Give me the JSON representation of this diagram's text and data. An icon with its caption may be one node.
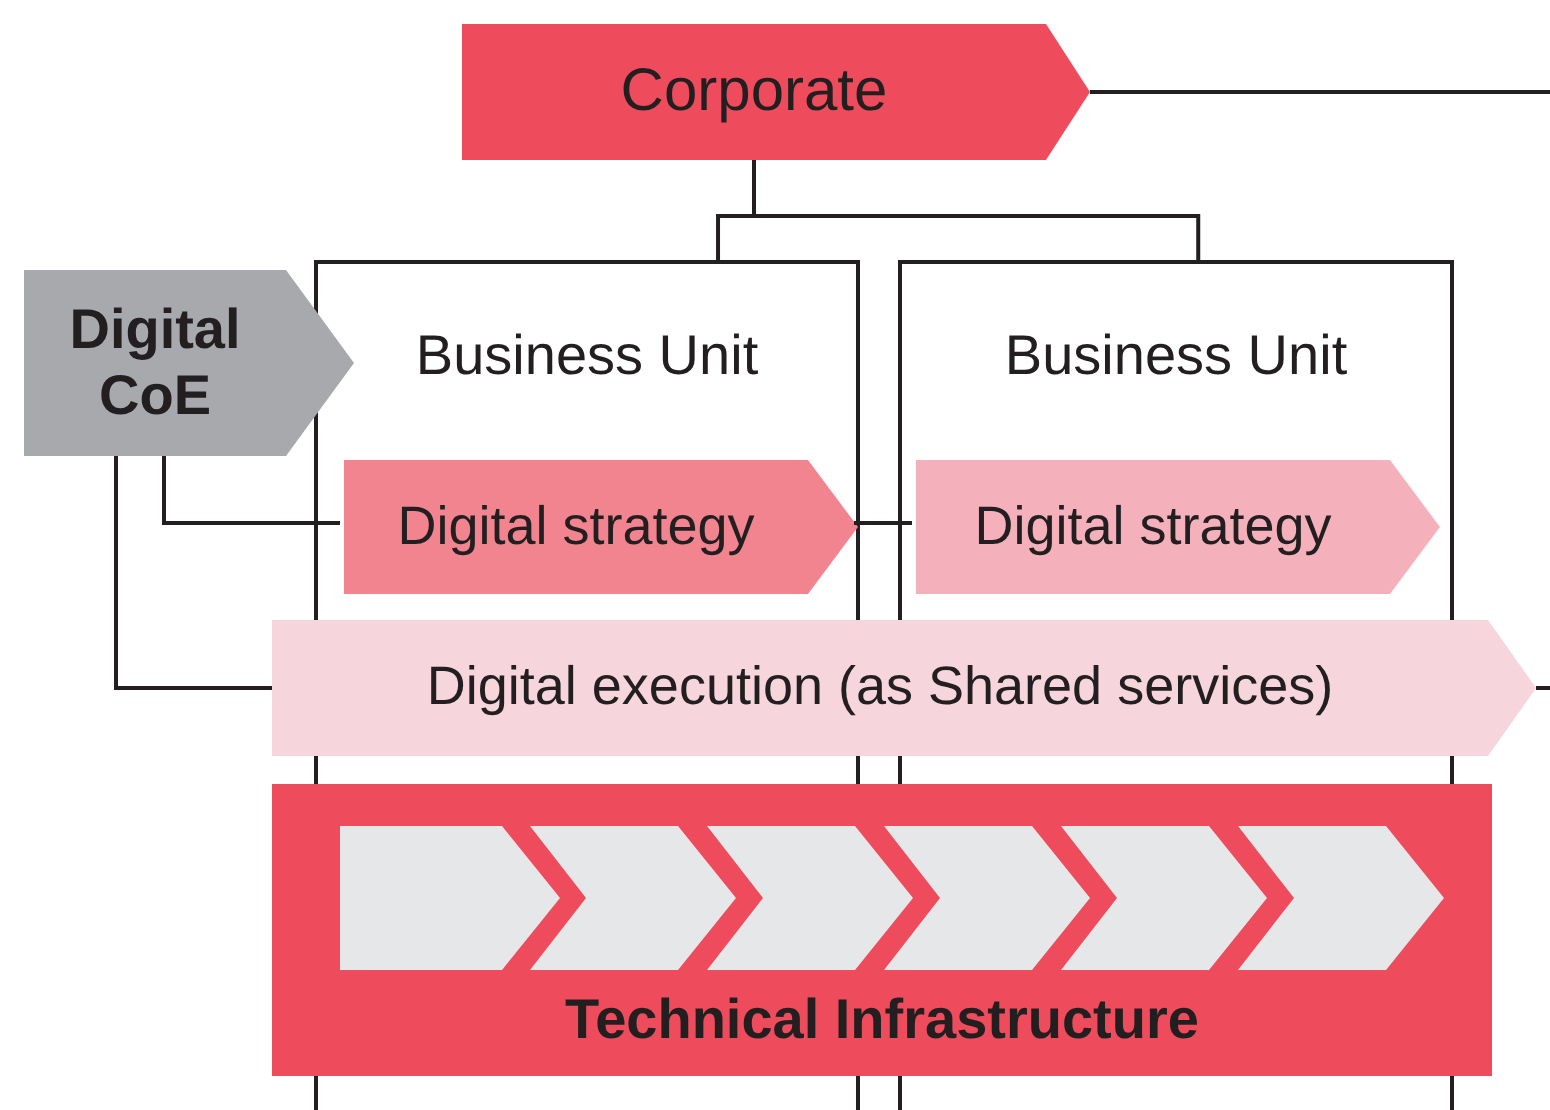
{
  "diagram": {
    "nodes": [
      {
        "text": [
          "Corporate"
        ]
      },
      {
        "text": [
          "Digital CoE"
        ]
      },
      {
        "text": [
          "Business Unit"
        ]
      },
      {
        "text": [
          "Business Unit"
        ]
      },
      {
        "text": [
          "Digital strategy"
        ],
        "in": 2
      },
      {
        "text": [
          "Digital strategy"
        ],
        "in": 3
      },
      {
        "text": [
          "Digital execution (as Shared services)"
        ]
      },
      {
        "text": [
          "Technical Infrastructure"
        ]
      }
    ],
    "edges": [
      {
        "from": 0,
        "to": 2,
        "arrow": "none"
      },
      {
        "from": 0,
        "to": 3,
        "arrow": "none"
      },
      {
        "from": 0,
        "to": null,
        "arrow": "none"
      },
      {
        "from": 1,
        "to": 4,
        "arrow": "none"
      },
      {
        "from": 4,
        "to": 5,
        "arrow": "none"
      },
      {
        "from": 1,
        "to": 6,
        "arrow": "none"
      },
      {
        "from": 6,
        "to": null,
        "arrow": "none"
      }
    ]
  }
}
